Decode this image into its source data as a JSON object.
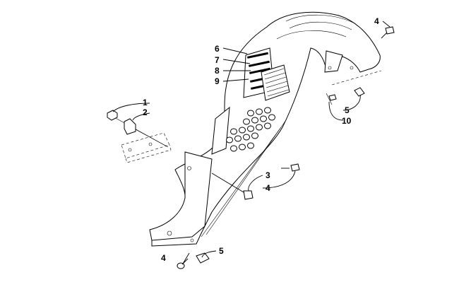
{
  "callouts": [
    {
      "id": "c1",
      "label": "1"
    },
    {
      "id": "c2",
      "label": "2"
    },
    {
      "id": "c3",
      "label": "3"
    },
    {
      "id": "c4a",
      "label": "4"
    },
    {
      "id": "c4b",
      "label": "4"
    },
    {
      "id": "c4c",
      "label": "4"
    },
    {
      "id": "c5a",
      "label": "5"
    },
    {
      "id": "c5b",
      "label": "5"
    },
    {
      "id": "c6",
      "label": "6"
    },
    {
      "id": "c7",
      "label": "7"
    },
    {
      "id": "c8",
      "label": "8"
    },
    {
      "id": "c9",
      "label": "9"
    },
    {
      "id": "c10",
      "label": "10"
    }
  ]
}
